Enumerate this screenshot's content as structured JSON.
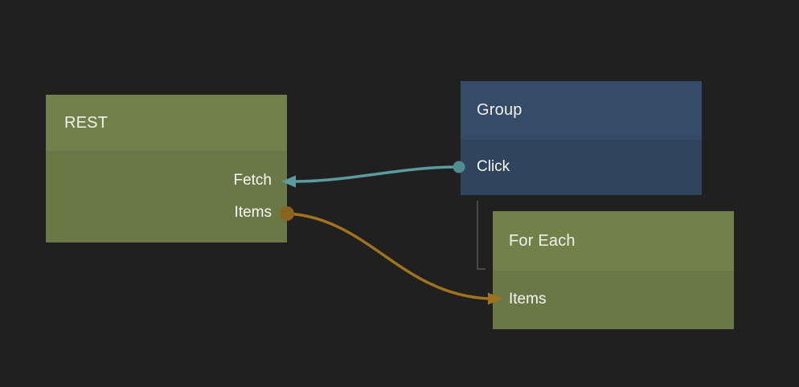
{
  "canvas": {
    "background_color": "#202021",
    "text_color": "#f2f2ec"
  },
  "nodes": [
    {
      "title": "REST",
      "header_color": "#728149",
      "body_color": "#6a7848",
      "ports": [
        {
          "label": "Fetch",
          "side": "right"
        },
        {
          "label": "Items",
          "side": "right"
        }
      ]
    },
    {
      "title": "Group",
      "header_color": "#354c68",
      "body_color": "#2f455d",
      "ports": [
        {
          "label": "Click",
          "side": "left"
        }
      ]
    },
    {
      "title": "For Each",
      "header_color": "#728149",
      "body_color": "#6a7848",
      "ports": [
        {
          "label": "Items",
          "side": "left"
        }
      ]
    }
  ],
  "connections": [
    {
      "from": "Group / Click",
      "to": "REST / Fetch",
      "color": "#5b9ca0",
      "dot_color": "#4f8e90"
    },
    {
      "from": "REST / Items",
      "to": "For Each / Items",
      "color": "#a2731e",
      "dot_color": "#8a641e"
    }
  ],
  "group_link": {
    "from": "Group",
    "to": "For Each",
    "color": "#4a4a4a"
  }
}
